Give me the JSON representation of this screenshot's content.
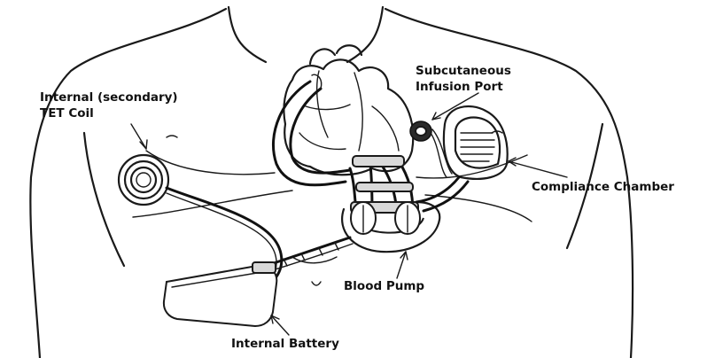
{
  "labels": {
    "tet_coil_line1": "Internal (secondary)",
    "tet_coil_line2": "TET Coil",
    "infusion_port_line1": "Subcutaneous",
    "infusion_port_line2": "Infusion Port",
    "compliance_chamber": "Compliance Chamber",
    "blood_pump": "Blood Pump",
    "internal_battery": "Internal Battery"
  },
  "colors": {
    "ink": "#1a1a1a",
    "background": "#ffffff"
  }
}
